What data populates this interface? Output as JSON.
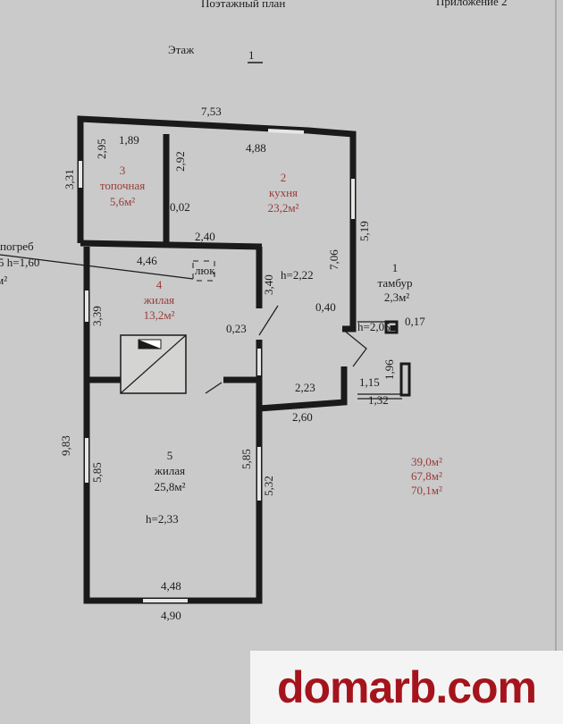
{
  "header": {
    "doc_title": "Поэтажный план",
    "appendix": "Приложение 2",
    "floor_label": "Этаж",
    "floor_number": "1"
  },
  "rooms": [
    {
      "number": "1",
      "name": "тамбур",
      "area": "2,3м²"
    },
    {
      "number": "2",
      "name": "кухня",
      "area": "23,2м²"
    },
    {
      "number": "3",
      "name": "топочная",
      "area": "5,6м²"
    },
    {
      "number": "4",
      "name": "жилая",
      "area": "13,2м²"
    },
    {
      "number": "5",
      "name": "жилая",
      "area": "25,8м²"
    }
  ],
  "cellar": {
    "label": "погреб",
    "height": "5 h=1,60",
    "area_suffix": "м²",
    "hatch": "люк"
  },
  "heights": {
    "kitchen": "h=2,22",
    "vestibule": "h=2,05",
    "room5": "h=2,33"
  },
  "dimensions": {
    "top": "7,53",
    "d_4_88": "4,88",
    "d_1_89": "1,89",
    "d_2_95": "2,95",
    "d_2_92": "2,92",
    "d_3_31": "3,31",
    "d_0_02": "0,02",
    "d_2_40": "2,40",
    "d_4_46": "4,46",
    "d_3_40": "3,40",
    "d_3_39": "3,39",
    "d_7_06": "7,06",
    "d_5_19": "5,19",
    "d_0_40": "0,40",
    "d_0_17": "0,17",
    "d_0_23": "0,23",
    "d_1_96": "1,96",
    "d_1_15": "1,15",
    "d_2_23": "2,23",
    "d_1_32": "1,32",
    "d_2_60": "2,60",
    "d_9_83": "9,83",
    "d_5_85a": "5,85",
    "d_5_85b": "5,85",
    "d_5_32": "5,32",
    "d_4_48": "4,48",
    "d_4_90": "4,90"
  },
  "totals": [
    "39,0м²",
    "67,8м²",
    "70,1м²"
  ],
  "watermark": "domarb.com",
  "colors": {
    "room_text": "#9a3a3a",
    "watermark": "#a5141c"
  }
}
